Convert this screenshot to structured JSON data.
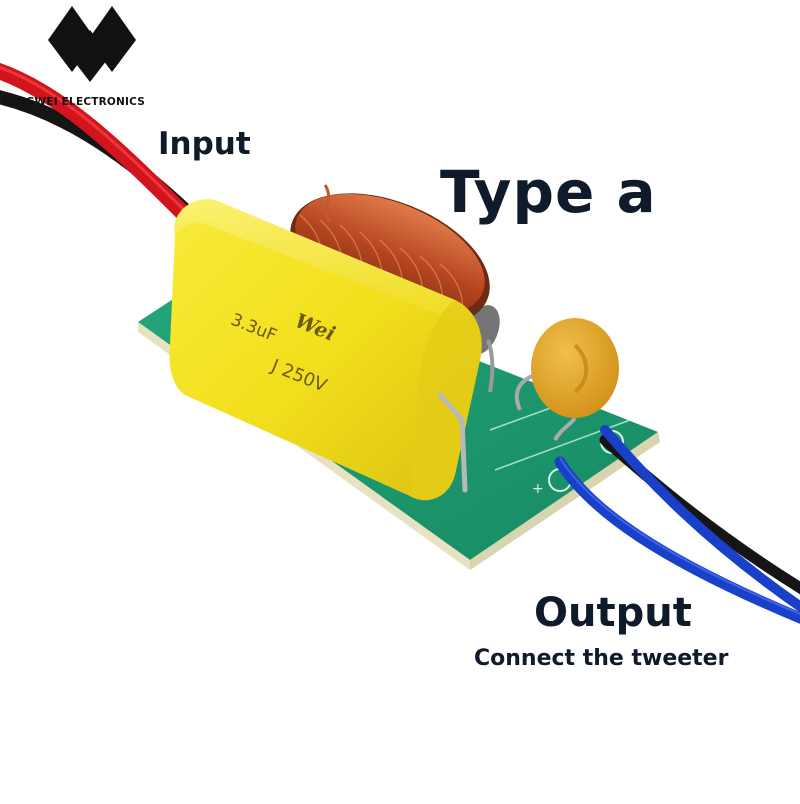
{
  "brand": {
    "name": "MINGWEI ELECTRONICS"
  },
  "labels": {
    "input": "Input",
    "type": "Type a",
    "output": "Output",
    "output_note": "Connect the tweeter"
  },
  "capacitor": {
    "brand_mark": "Wei",
    "rating_value": "3.3uF",
    "rating_tolerance_voltage": "J 250V"
  },
  "colors": {
    "pcb": "#1f9a72",
    "capacitor": "#f4e21a",
    "coil_copper": "#b5451f",
    "ceramic_cap": "#e0a322",
    "wire_red": "#d3141c",
    "wire_black": "#151515",
    "wire_blue": "#1840c8",
    "text": "#0f1a2b"
  }
}
